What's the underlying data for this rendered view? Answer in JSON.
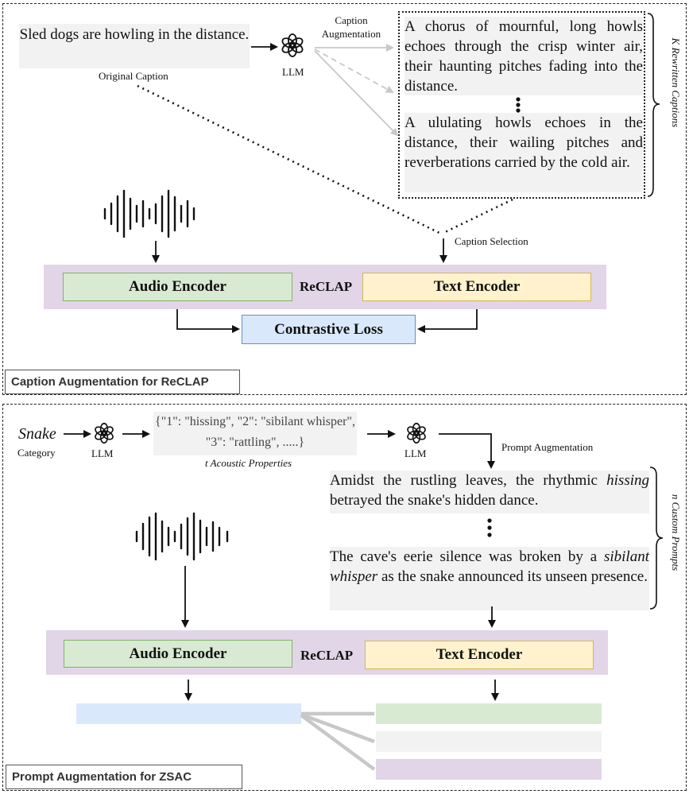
{
  "top": {
    "original_caption": "Sled dogs are howling in the distance.",
    "original_caption_label": "Original Caption",
    "llm_label": "LLM",
    "caption_augmentation": "Caption Augmentation",
    "rewritten_1": "A chorus of mournful, long howls echoes through the crisp winter air, their haunting pitches fading into the distance.",
    "rewritten_2": "A ululating howls echoes in the distance, their wailing pitches and reverberations carried by the cold air.",
    "k_label": "K Rewritten Captions",
    "caption_selection": "Caption Selection",
    "audio_encoder": "Audio Encoder",
    "text_encoder": "Text Encoder",
    "model": "ReCLAP",
    "loss": "Contrastive Loss",
    "panel_title": "Caption Augmentation for ReCLAP"
  },
  "bottom": {
    "category": "Snake",
    "category_label": "Category",
    "llm_label": "LLM",
    "properties": "{\"1\": \"hissing\", \"2\": \"sibilant whisper\", \"3\": \"rattling\", .....}",
    "properties_label": "t Acoustic Properties",
    "prompt_augmentation": "Prompt Augmentation",
    "prompt_1_before": "Amidst the rustling leaves, the rhythmic ",
    "prompt_1_italic": "hissing",
    "prompt_1_after": " betrayed the snake's hidden dance.",
    "prompt_2_before": "The cave's eerie silence was broken by a ",
    "prompt_2_italic": "sibilant whisper",
    "prompt_2_after": " as the snake announced its unseen presence.",
    "n_label": "n Custom Prompts",
    "audio_encoder": "Audio Encoder",
    "text_encoder": "Text Encoder",
    "model": "ReCLAP",
    "panel_title": "Prompt Augmentation for ZSAC"
  },
  "colors": {
    "green": "#d9ead3",
    "yellow": "#fff2cc",
    "blue": "#dae8fc",
    "purple": "#e1d5e7",
    "grey": "#f2f2f2"
  }
}
